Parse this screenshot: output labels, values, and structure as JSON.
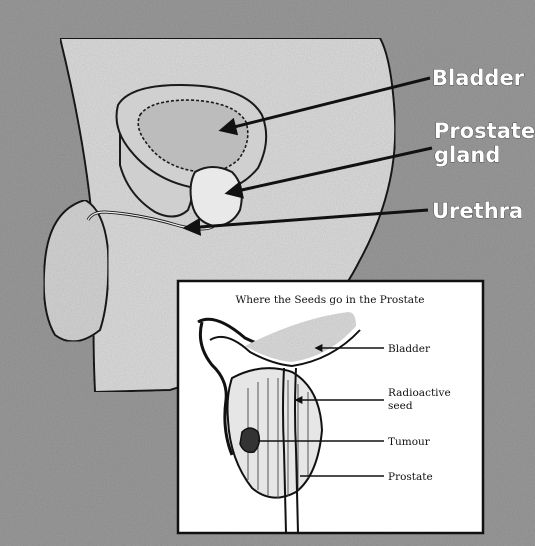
{
  "labels": {
    "bladder": "Bladder",
    "prostate_line1": "Prostate",
    "prostate_line2": "gland",
    "urethra": "Urethra"
  },
  "inset": {
    "title": "Where the Seeds go in the Prostate",
    "labels": {
      "bladder": "Bladder",
      "seed_line1": "Radioactive",
      "seed_line2": "seed",
      "tumour": "Tumour",
      "prostate": "Prostate"
    }
  },
  "colors": {
    "background": "#9a9a9a",
    "body_fill": "#dcdcdc",
    "outline": "#1a1a1a",
    "inset_fill": "#ffffff",
    "label_text": "#ffffff"
  }
}
